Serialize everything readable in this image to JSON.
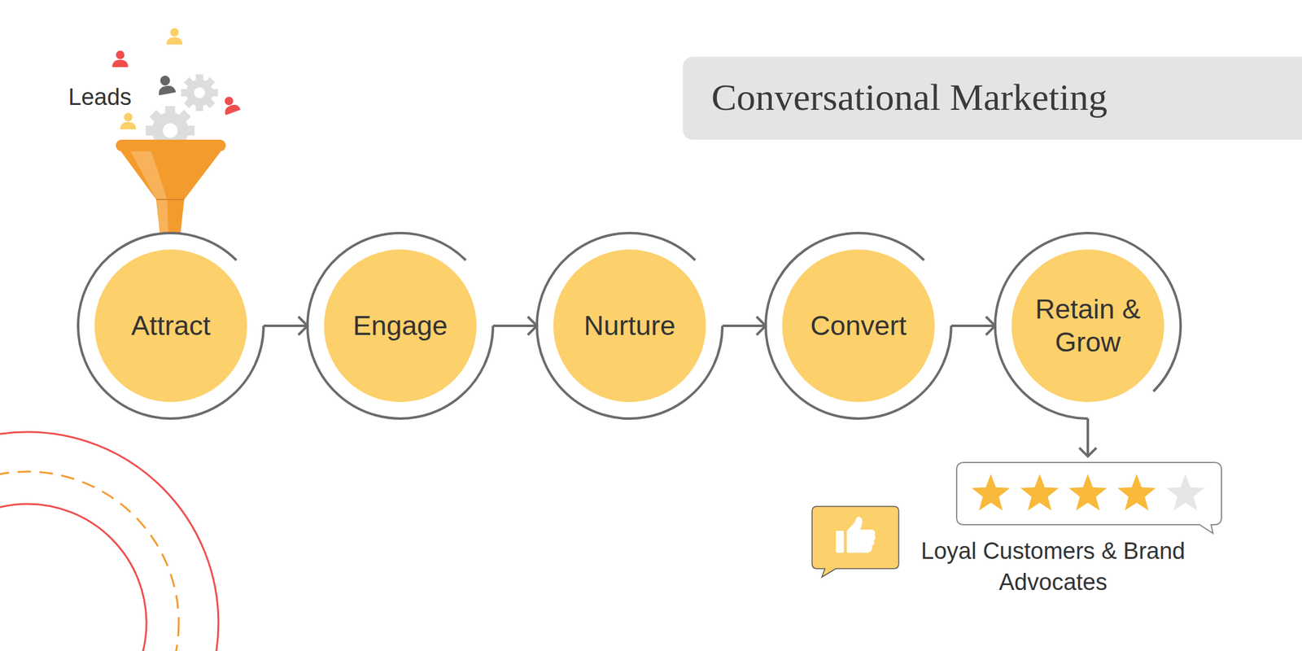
{
  "diagram": {
    "title": "Conversational Marketing",
    "nodes": [
      {
        "text": [
          "Attract"
        ]
      },
      {
        "text": [
          "Engage"
        ]
      },
      {
        "text": [
          "Nurture"
        ]
      },
      {
        "text": [
          "Convert"
        ]
      },
      {
        "text": [
          "Retain & Grow"
        ]
      }
    ],
    "edges": [
      {
        "from": 0,
        "to": 1,
        "arrow": "to"
      },
      {
        "from": 1,
        "to": 2,
        "arrow": "to"
      },
      {
        "from": 2,
        "to": 3,
        "arrow": "to"
      },
      {
        "from": 3,
        "to": 4,
        "arrow": "to"
      }
    ],
    "labels": [
      "Leads",
      "Loyal Customers & Brand Advocates"
    ]
  }
}
